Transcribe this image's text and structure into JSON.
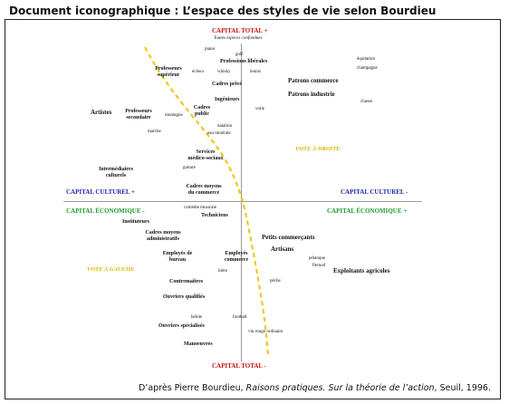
{
  "page_title": "Document iconographique : L’espace des styles de vie selon Bourdieu",
  "axes": {
    "capital_total_plus": "CAPITAL TOTAL +",
    "capital_total_plus_sub": "Toutes espèces confondues",
    "capital_total_minus": "CAPITAL TOTAL -",
    "capital_culturel_plus": "CAPITAL CULTUREL +",
    "capital_economique_minus": "CAPITAL ÉCONOMIQUE -",
    "capital_culturel_minus": "CAPITAL CULTUREL -",
    "capital_economique_plus": "CAPITAL ÉCONOMIQUE +",
    "vote_droite": "VOTE À DROITE",
    "vote_gauche": "VOTE À GAUCHE"
  },
  "labels": {
    "piano": "piano",
    "golf": "golf",
    "professions_liberales": "Professions libérales",
    "equitation": "équitation",
    "professeurs_sup_1": "Professeurs",
    "professeurs_sup_2": "supérieur",
    "echecs": "échecs",
    "whisky": "whisky",
    "tennis": "tennis",
    "champagne": "champagne",
    "patrons_commerce": "Patrons commerce",
    "cadres_prive": "Cadres privé",
    "patrons_industrie": "Patrons industrie",
    "ingenieurs": "Ingénieurs",
    "chasse": "chasse",
    "artistes": "Artistes",
    "prof_secondaire_1": "Professeurs",
    "prof_secondaire_2": "secondaire",
    "cadres_public_1": "Cadres",
    "cadres_public_2": "public",
    "voile": "voile",
    "montagne": "montagne",
    "natation": "natation",
    "eau_minerale": "eau minérale",
    "marche": "marche",
    "services_1": "Services",
    "services_2": "médico-sociaux",
    "intermediaires_1": "Intermédiaires",
    "intermediaires_2": "culturels",
    "guitare": "guitare",
    "cadres_moyens_commerce_1": "Cadres moyens",
    "cadres_moyens_commerce_2": "du commerce",
    "comedie_musicale": "comédie musicale",
    "techniciens": "Techniciens",
    "instituteurs": "Instituteurs",
    "cadres_moyens_admin_1": "Cadres moyens",
    "cadres_moyens_admin_2": "administratifs",
    "petits_commercants": "Petits commerçants",
    "artisans": "Artisans",
    "employes_bureau_1": "Employés de",
    "employes_bureau_2": "bureau",
    "employes_commerce_1": "Employés",
    "employes_commerce_2": "commerce",
    "petanque": "pétanque",
    "pernod": "Pernod",
    "exploitants_agricoles": "Exploitants agricoles",
    "biere": "bière",
    "contremaitres": "Contremaîtres",
    "peche": "pêche",
    "ouvriers_qualifies": "Ouvriers qualifiés",
    "belote": "belote",
    "football": "football",
    "ouvriers_specialises": "Ouvriers spécialisés",
    "vin_rouge": "vin rouge ordinaire",
    "manoeuvres": "Manoeuvres"
  },
  "source": {
    "prefix": "D’après Pierre Bourdieu, ",
    "book": "Raisons pratiques. Sur la théorie de l’action",
    "suffix": ", Seuil, 1996."
  },
  "colors": {
    "capital_total": "#cc1010",
    "capital_culturel": "#1e2aa6",
    "capital_economique": "#1f9a2e",
    "vote_curve": "#f2c200"
  }
}
